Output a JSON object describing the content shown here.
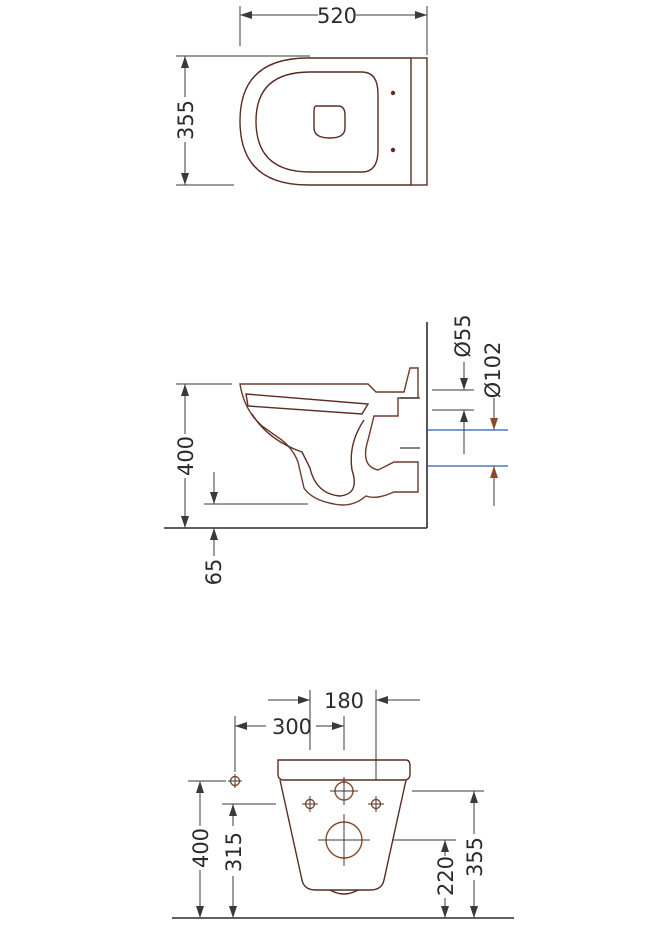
{
  "colors": {
    "product": "#5a2d23",
    "product_thick": "#6b3a2a",
    "dimension": "#3a3a3a",
    "pipe_lines": "#2a5fb0",
    "wall": "#2b2b2b",
    "fixing_marks": "#8a4a2a"
  },
  "top_view": {
    "width_label": "520",
    "depth_label": "355"
  },
  "side_view": {
    "height_label": "400",
    "below_label": "65",
    "inlet_diameter_label": "Ø55",
    "outlet_diameter_label": "Ø102"
  },
  "front_view": {
    "hole_spacing_label": "180",
    "fixing_offset_label": "300",
    "height_label": "400",
    "fixing_height_label": "315",
    "outlet_height_label": "220",
    "inlet_height_label": "355"
  }
}
